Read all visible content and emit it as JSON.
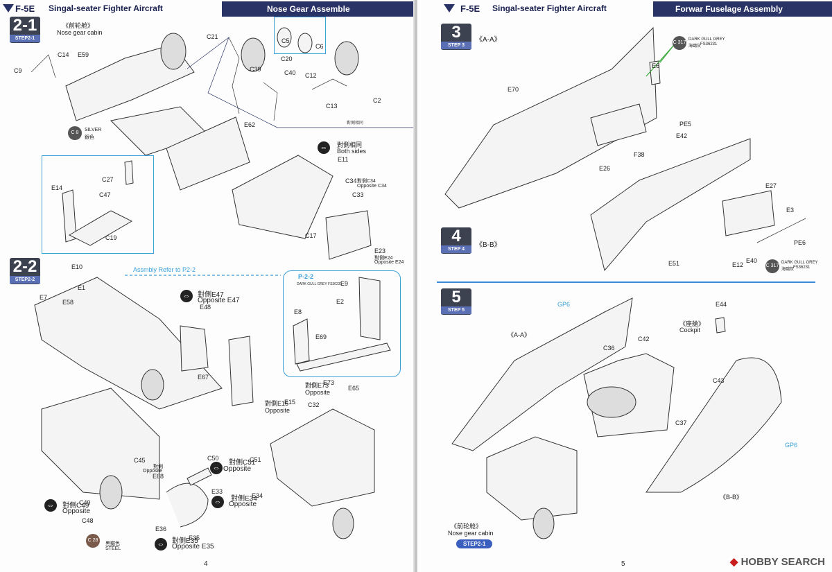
{
  "left_page": {
    "header": {
      "model": "F-5E",
      "title": "Singal-seater Fighter Aircraft",
      "section": "Nose Gear Assemble"
    },
    "step_2_1": {
      "num": "2-1",
      "sub": "STEP2-1",
      "cabin_cn": "《前轮舱》",
      "cabin_en": "Nose gear cabin",
      "parts": [
        "C14",
        "E59",
        "C9",
        "C21",
        "C39",
        "C20",
        "C40",
        "C12",
        "C13",
        "C2",
        "C5",
        "C6",
        "E62",
        "E11",
        "C34",
        "C33",
        "C17",
        "E23",
        "E14",
        "C27",
        "C47",
        "C19"
      ],
      "both_sides_cn": "對側相同",
      "both_sides_en": "Both sides",
      "opp_c34_cn": "對側C34",
      "opp_c34_en": "Opposite C34",
      "opp_e24_cn": "對側E24",
      "opp_e24_en": "Opposite E24",
      "silver_code": "C 8",
      "silver_en": "SILVER",
      "silver_cn": "銀色"
    },
    "step_2_2": {
      "num": "2-2",
      "sub": "STEP2-2",
      "refer": "Assmbly Refer to P2-2",
      "p22": "P-2-2",
      "dark_gull": "DARK GULL GREY FS36231",
      "parts": [
        "E10",
        "E1",
        "E7",
        "E58",
        "E48",
        "E67",
        "E9",
        "E2",
        "E8",
        "E69",
        "E73",
        "E65",
        "E15",
        "C32",
        "C45",
        "E68",
        "C50",
        "C51",
        "E33",
        "E34",
        "C49",
        "C48",
        "E36",
        "E35"
      ],
      "opp_e47_cn": "對側E47",
      "opp_e47_en": "Opposite E47",
      "opp_e73_cn": "對側E73",
      "opp_e73_en": "Opposite",
      "opp_e15_cn": "對側E15",
      "opp_e15_en": "Opposite",
      "opp_c51_cn": "對側C51",
      "opp_c51_en": "Opposite",
      "opp_e34_cn": "對側E34",
      "opp_e34_en": "Opposite",
      "opp_c49_cn": "對側C49",
      "opp_c49_en": "Opposite",
      "opp_e35_cn": "對側E35",
      "opp_e35_en": "Opposite E35",
      "opp_e68_cn": "對側",
      "opp_e68_en": "Opposite",
      "steel_code": "C 28",
      "steel_cn": "黑鐵色",
      "steel_en": "STEEL"
    },
    "page_number": "4"
  },
  "right_page": {
    "header": {
      "model": "F-5E",
      "title": "Singal-seater Fighter Aircraft",
      "section": "Forwar Fuselage Assembly"
    },
    "step_3": {
      "num": "3",
      "sub": "STEP 3",
      "view": "《A-A》",
      "parts": [
        "E6",
        "E70",
        "PE5",
        "E42",
        "F38",
        "E26"
      ]
    },
    "step_4": {
      "num": "4",
      "sub": "STEP 4",
      "view": "《B-B》",
      "parts": [
        "E27",
        "E3",
        "PE6",
        "E51",
        "E12",
        "E40"
      ]
    },
    "paint_317": {
      "code": "C 317",
      "name": "DARK GULL GREY",
      "cn": "海鷗灰",
      "fs": "FS36231"
    },
    "step_5": {
      "num": "5",
      "sub": "STEP 5",
      "gp6": "GP6",
      "parts": [
        "E44",
        "C36",
        "C42",
        "C43",
        "C37"
      ],
      "view_aa": "《A-A》",
      "view_bb": "《B-B》",
      "cockpit_cn": "《座艙》",
      "cockpit_en": "Cockpit",
      "cabin_cn": "《前轮舱》",
      "cabin_en": "Nose gear cabin",
      "step_pill": "STEP2-1"
    },
    "page_number": "5",
    "watermark_a": "HOBBY",
    "watermark_b": "SEARCH"
  },
  "colors": {
    "header_bar": "#2a3366",
    "step_bg": "#3d4250",
    "accent_blue": "#3aa0d8",
    "green_line": "#3aaa3a"
  }
}
